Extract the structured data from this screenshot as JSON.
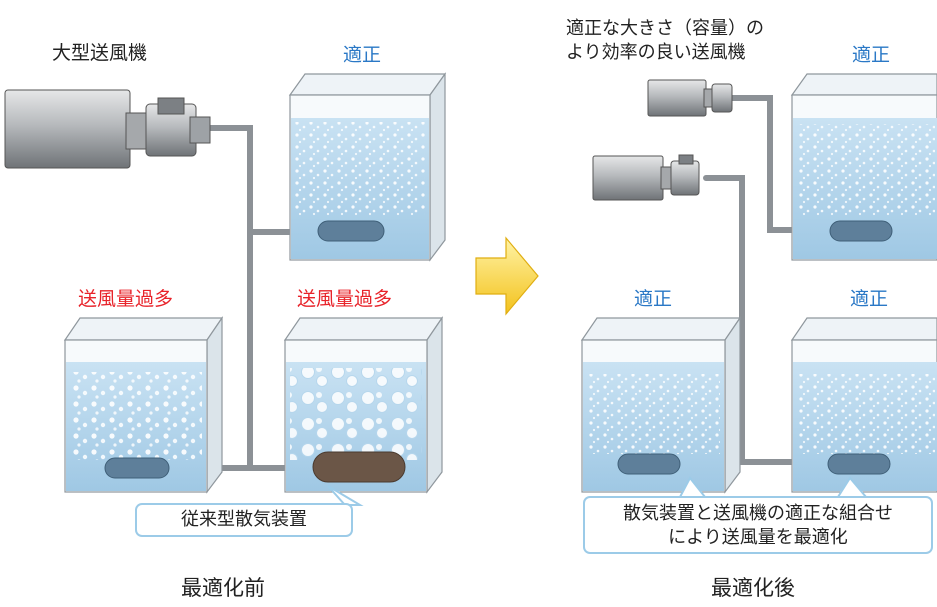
{
  "before": {
    "blower_label": "大型送風機",
    "tank_top_right_status": "適正",
    "tank_bottom_left_status": "送風量過多",
    "tank_bottom_right_status": "送風量過多",
    "callout": "従来型散気装置",
    "caption": "最適化前"
  },
  "after": {
    "blower_label_line1": "適正な大きさ（容量）の",
    "blower_label_line2": "より効率の良い送風機",
    "tank_top_right_status": "適正",
    "tank_bottom_left_status": "適正",
    "tank_bottom_right_status": "適正",
    "callout_line1": "散気装置と送風機の適正な組合せ",
    "callout_line2": "により送風量を最適化",
    "caption": "最適化後"
  },
  "colors": {
    "optimal_text": "#2a78c6",
    "excess_text": "#e8232a",
    "arrow_fill": "#f7d83a",
    "water": "#a9cfe8",
    "pipe": "#8c9196",
    "callout_border": "#9ccbe8"
  },
  "icons": {
    "arrow": "right-arrow-icon"
  }
}
